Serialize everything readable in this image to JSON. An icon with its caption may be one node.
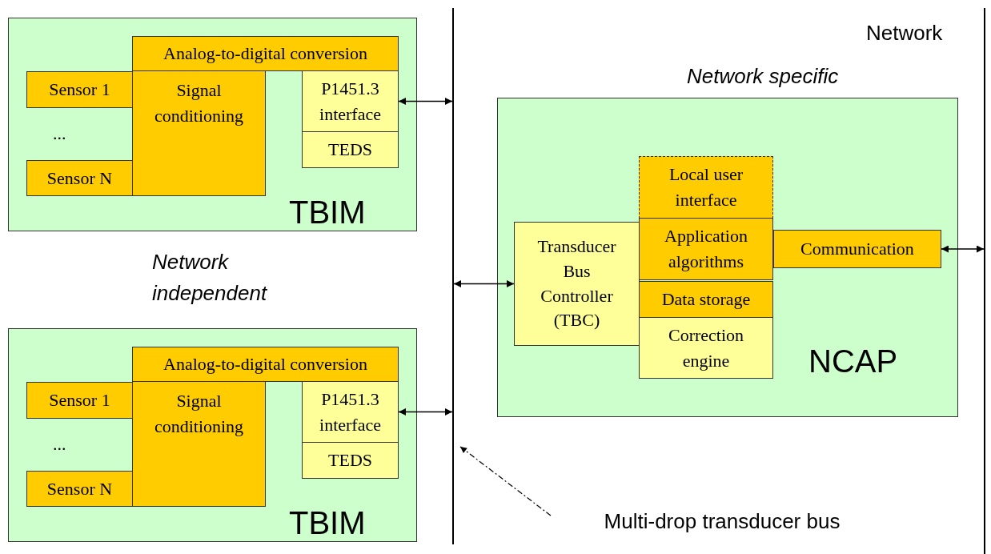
{
  "diagram": {
    "nodes": [
      {
        "text": [
          "TBIM"
        ]
      },
      {
        "text": [
          "Analog-to-digital conversion"
        ],
        "in": 0
      },
      {
        "text": [
          "Sensor 1"
        ],
        "in": 0
      },
      {
        "text": [
          "Signal conditioning"
        ],
        "in": 0
      },
      {
        "text": [
          "P1451.3 interface"
        ],
        "in": 0
      },
      {
        "text": [
          "TEDS"
        ],
        "in": 0
      },
      {
        "text": [
          "Sensor N"
        ],
        "in": 0
      },
      {
        "text": [],
        "shape": "bar"
      },
      {
        "text": [
          "NCAP"
        ]
      },
      {
        "text": [
          "Local user interface"
        ],
        "in": 8
      },
      {
        "text": [
          "Transducer Bus Controller (TBC)"
        ],
        "in": 8
      },
      {
        "text": [
          "Application algorithms"
        ],
        "in": 8
      },
      {
        "text": [
          "Communication"
        ],
        "in": 8
      },
      {
        "text": [
          "Data storage"
        ],
        "in": 8
      },
      {
        "text": [
          "Correction engine"
        ],
        "in": 8
      },
      {
        "text": [],
        "shape": "bar"
      },
      {
        "text": [
          "TBIM"
        ]
      },
      {
        "text": [
          "Analog-to-digital conversion"
        ],
        "in": 16
      },
      {
        "text": [
          "Sensor 1"
        ],
        "in": 16
      },
      {
        "text": [
          "Signal conditioning"
        ],
        "in": 16
      },
      {
        "text": [
          "P1451.3 interface"
        ],
        "in": 16
      },
      {
        "text": [
          "TEDS"
        ],
        "in": 16
      },
      {
        "text": [
          "Sensor N"
        ],
        "in": 16
      },
      {
        "text": [
          "Multi-drop transducer bus"
        ]
      }
    ],
    "edges": [
      {
        "from": 4,
        "to": 7,
        "arrow": "both"
      },
      {
        "from": 7,
        "to": 10,
        "arrow": "both"
      },
      {
        "from": 12,
        "to": 15,
        "arrow": "both"
      },
      {
        "from": 20,
        "to": 7,
        "arrow": "both"
      },
      {
        "from": 23,
        "to": 7,
        "arrow": "to",
        "style": "dashed"
      }
    ],
    "labels": [
      "...",
      "Network",
      "Network specific",
      "Network independent",
      "..."
    ]
  }
}
